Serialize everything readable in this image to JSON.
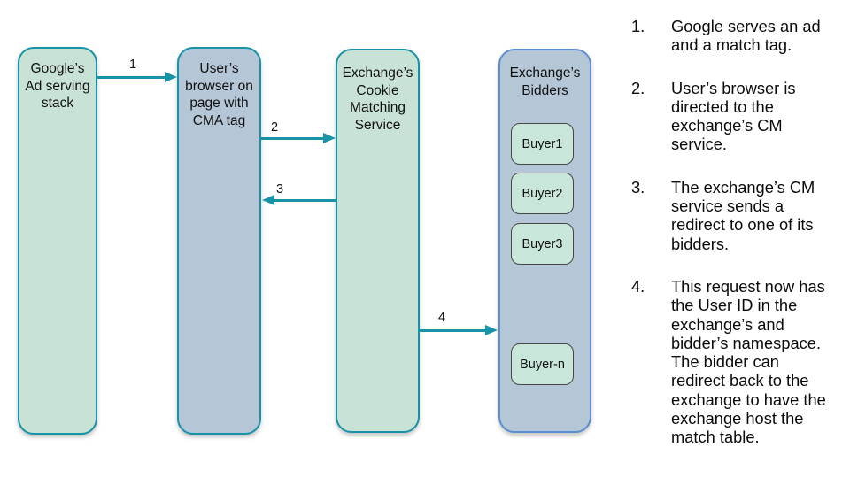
{
  "diagram": {
    "nodes": [
      {
        "id": "google-ad-stack",
        "label": "Google’s\nAd serving\nstack"
      },
      {
        "id": "user-browser",
        "label": "User’s\nbrowser on\npage with\nCMA tag"
      },
      {
        "id": "cookie-matching",
        "label": "Exchange’s\nCookie\nMatching\nService"
      },
      {
        "id": "exchange-bidders",
        "label": "Exchange’s\nBidders"
      }
    ],
    "buyers": [
      {
        "label": "Buyer1"
      },
      {
        "label": "Buyer2"
      },
      {
        "label": "Buyer3"
      },
      {
        "label": "Buyer-n"
      }
    ],
    "arrows": [
      {
        "label": "1"
      },
      {
        "label": "2"
      },
      {
        "label": "3"
      },
      {
        "label": "4"
      }
    ],
    "colors": {
      "teal": "#1792a7",
      "green_fill": "#c8e3d5",
      "blue_fill": "#b5c6d7",
      "blue_border": "#5a90cf",
      "buyer_fill": "#c9e6da",
      "buyer_border": "#474747"
    }
  },
  "steps": [
    {
      "num": "1.",
      "text": "Google serves an ad\nand a match tag."
    },
    {
      "num": "2.",
      "text": "User’s browser is\ndirected to the\nexchange’s CM\nservice."
    },
    {
      "num": "3.",
      "text": "The exchange’s CM\nservice sends a\nredirect to one of its\nbidders."
    },
    {
      "num": "4.",
      "text": "This request now has\nthe User ID in the\nexchange’s and\nbidder’s namespace.\nThe bidder can\nredirect back to the\nexchange to have the\nexchange host the\nmatch table."
    }
  ]
}
